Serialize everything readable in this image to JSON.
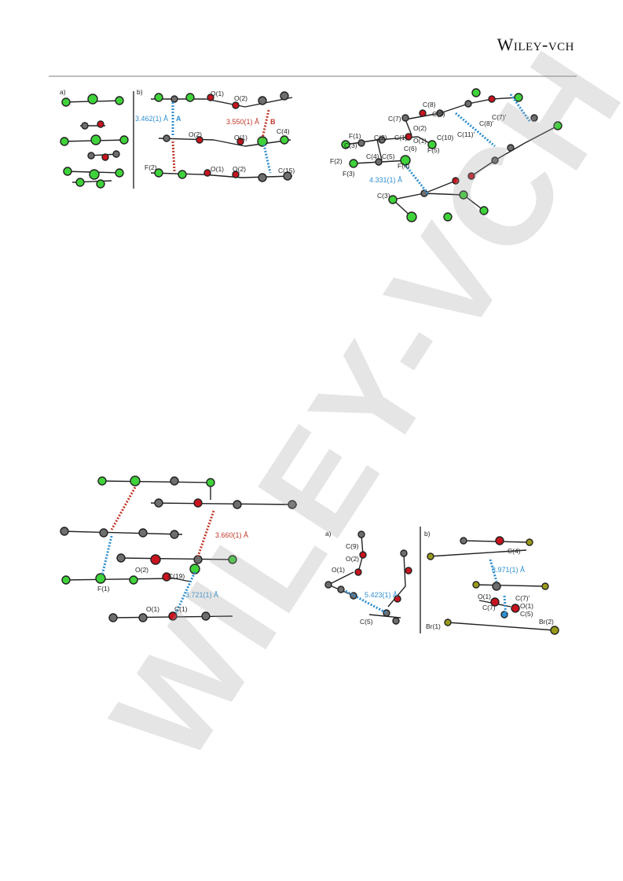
{
  "header": {
    "publisher_main": "Wiley",
    "publisher_sep": "-",
    "publisher_sc": "VCH"
  },
  "watermark": "WILEY-VCH",
  "figure1": {
    "panel_a": "a)",
    "panel_b": "b)",
    "labels": [
      "O(1)",
      "O(2)",
      "O(2)",
      "O(1)",
      "C(4)",
      "F(2)",
      "O(1)",
      "O(2)",
      "C(15)"
    ],
    "dist_a": "3.462(1) Å",
    "marker_a": "A",
    "dist_b": "3.550(1) Å",
    "marker_b": "B"
  },
  "figure2": {
    "labels": [
      "C(8)",
      "C(9)",
      "C(7)",
      "O(2)",
      "C(10)",
      "C(11)'",
      "C(8)'",
      "C(7)'",
      "F(1)",
      "C(2)",
      "C(1)",
      "O(1)",
      "C(3)",
      "C(6)",
      "F(5)",
      "F(2)",
      "C(4)",
      "C(5)",
      "F(4)",
      "F(3)",
      "C(3)"
    ],
    "dist": "4.331(1) Å"
  },
  "figure3": {
    "labels": [
      "F(1)",
      "O(2)",
      "C(19)",
      "O(1)",
      "C(1)"
    ],
    "dist_red": "3.660(1) Å",
    "dist_blue": "3.721(1) Å"
  },
  "figure4": {
    "panel_a": "a)",
    "panel_b": "b)",
    "labels_a": [
      "C(9)",
      "O(2)",
      "O(1)",
      "C(5)"
    ],
    "dist_a": "5.423(1) Å",
    "labels_b": [
      "C(4)",
      "O(1)",
      "C(7)'",
      "C(7)",
      "O(1)",
      "C(5)",
      "Br(1)",
      "Br(2)"
    ],
    "dist_b": "3.971(1) Å"
  },
  "colors": {
    "carbon": "#6e6e6e",
    "fluorine": "#3fd23a",
    "oxygen": "#c8141e",
    "bromine": "#9a9a1a",
    "contact_blue": "#2f8fd0",
    "contact_red": "#c0392b"
  }
}
